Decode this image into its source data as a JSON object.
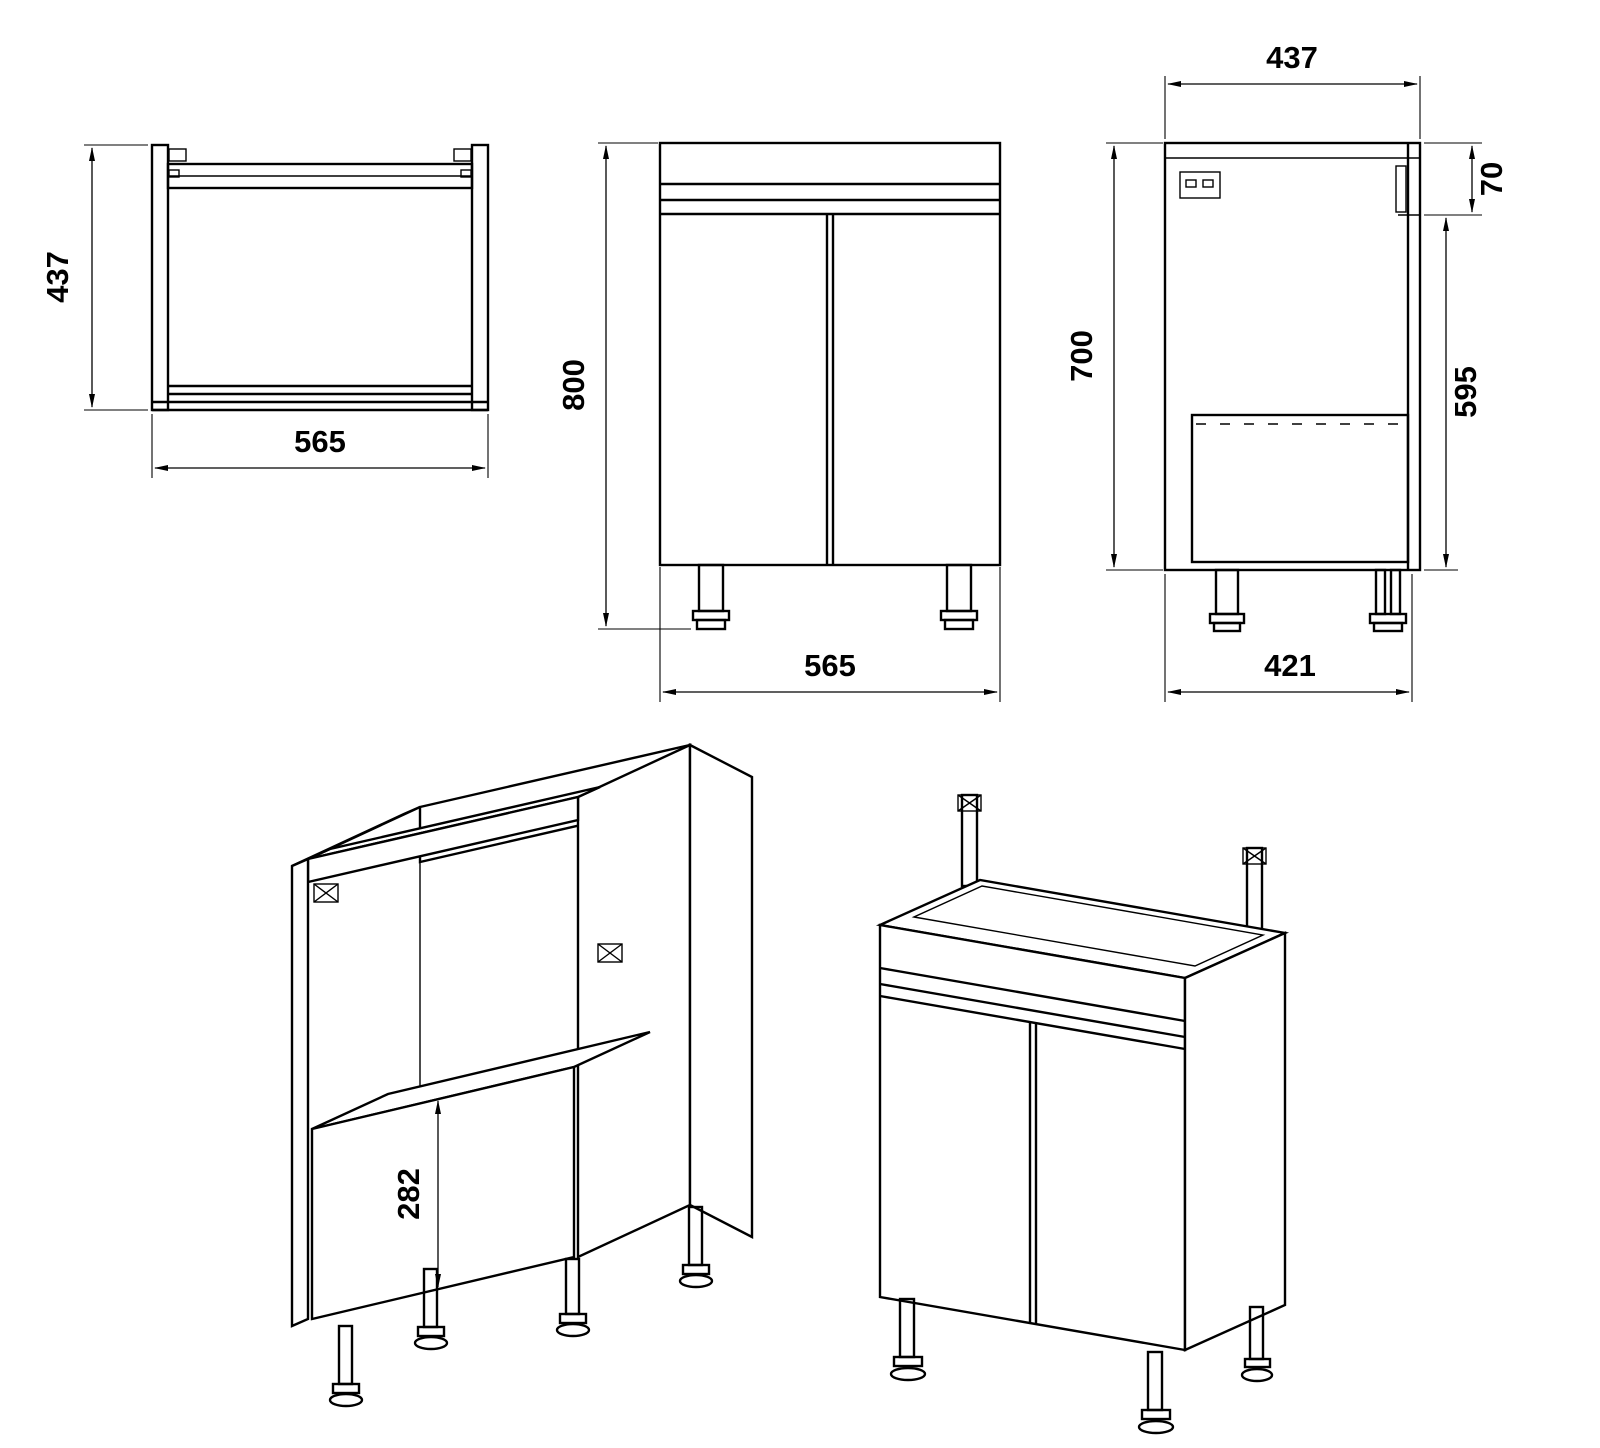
{
  "drawing": {
    "background_color": "#ffffff",
    "line_color": "#000000",
    "views": {
      "top": {
        "depth": "437",
        "width": "565"
      },
      "front": {
        "height": "800",
        "width": "565"
      },
      "side": {
        "depth": "437",
        "rail": "70",
        "height": "700",
        "lower": "595",
        "base": "421"
      },
      "iso_back": {
        "drawer": "282"
      },
      "iso_front": {}
    }
  }
}
